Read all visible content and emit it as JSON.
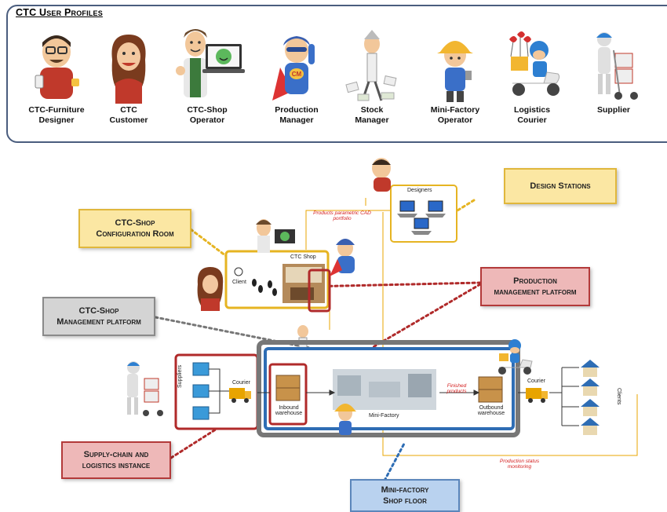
{
  "profiles": {
    "title": "CTC User Profiles",
    "items": [
      {
        "label": "CTC-Furniture\nDesigner"
      },
      {
        "label": "CTC\nCustomer"
      },
      {
        "label": "CTC-Shop\nOperator"
      },
      {
        "label": "Production\nManager"
      },
      {
        "label": "Stock\nManager"
      },
      {
        "label": "Mini-Factory\nOperator"
      },
      {
        "label": "Logistics\nCourier"
      },
      {
        "label": "Supplier"
      }
    ]
  },
  "callouts": {
    "design_stations": "Design Stations",
    "ctc_shop_config": "CTC-Shop\nConfiguration Room",
    "production_mgmt": "Production\nmanagement platform",
    "ctc_shop_mgmt": "CTC-Shop\nManagement platform",
    "supply_chain": "Supply-chain and\nlogistics instance",
    "mini_factory": "Mini-factory\nShop floor"
  },
  "diagram": {
    "designers": "Designers",
    "products_cad": "Products parametric CAD\nportfolio",
    "ctc_shop": "CTC Shop",
    "client": "Client",
    "suppliers": "Suppliers",
    "courier_left": "Courier",
    "inbound": "Inbound\nwarehouse",
    "mini_factory": "Mini-Factory",
    "finished_products": "Finished\nproducts",
    "outbound": "Outbound\nwarehouse",
    "courier_right": "Courier",
    "clients": "Clients",
    "production_status": "Production status\nmonitoring"
  },
  "colors": {
    "yellow": "#e6b422",
    "red": "#b02a2a",
    "gray": "#777777",
    "blue": "#2e6db4",
    "orange_line": "#e8a400"
  }
}
